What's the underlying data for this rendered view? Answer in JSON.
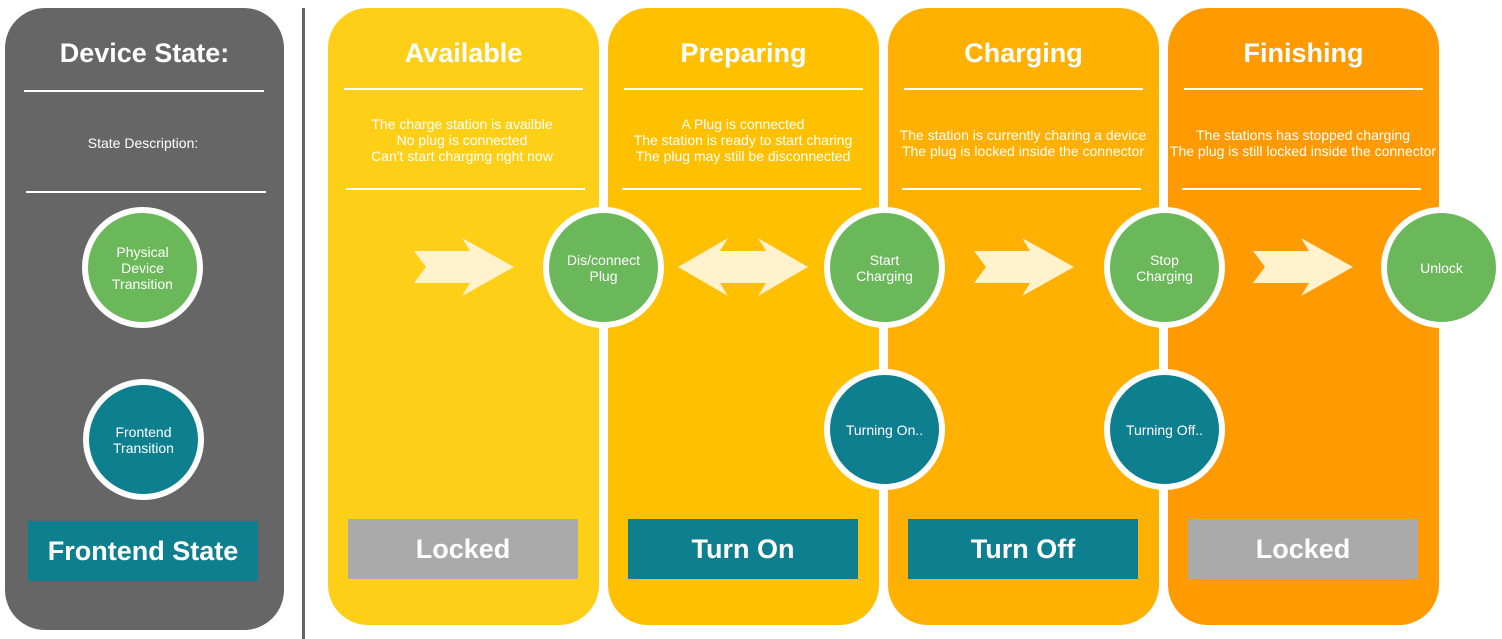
{
  "legend": {
    "title": "Device State:",
    "description": "State Description:",
    "physical_transition": [
      "Physical",
      "Device",
      "Transition"
    ],
    "frontend_transition": [
      "Frontend",
      "Transition"
    ],
    "frontend_state": "Frontend State"
  },
  "states": [
    {
      "title": "Available",
      "color": "#fdd017",
      "description": [
        "The charge station is availble",
        "No plug is connected",
        "Can't start charging right now"
      ],
      "frontend_state": "Locked",
      "frontend_state_color": "#aaaaaa"
    },
    {
      "title": "Preparing",
      "color": "#ffc000",
      "description": [
        "A Plug is connected",
        "The station is ready to start charing",
        "The plug may still be disconnected"
      ],
      "frontend_state": "Turn On",
      "frontend_state_color": "#0e7f8f"
    },
    {
      "title": "Charging",
      "color": "#ffb000",
      "description": [
        "The station is currently charing a device",
        "The plug is locked inside the connector"
      ],
      "frontend_state": "Turn Off",
      "frontend_state_color": "#0e7f8f"
    },
    {
      "title": "Finishing",
      "color": "#ff9a00",
      "description": [
        "The stations has stopped charging",
        "The plug is still locked inside the connector"
      ],
      "frontend_state": "Locked",
      "frontend_state_color": "#aaaaaa"
    }
  ],
  "physical_transitions": [
    [
      "Dis/connect",
      "Plug"
    ],
    [
      "Start",
      "Charging"
    ],
    [
      "Stop",
      "Charging"
    ],
    [
      "Unlock"
    ]
  ],
  "frontend_transitions": [
    "Turning On..",
    "Turning Off.."
  ],
  "colors": {
    "legend_panel": "#666666",
    "physical_transition": "#6ab85a",
    "frontend_transition": "#0e7f8f",
    "arrow": "#fff2cc"
  }
}
